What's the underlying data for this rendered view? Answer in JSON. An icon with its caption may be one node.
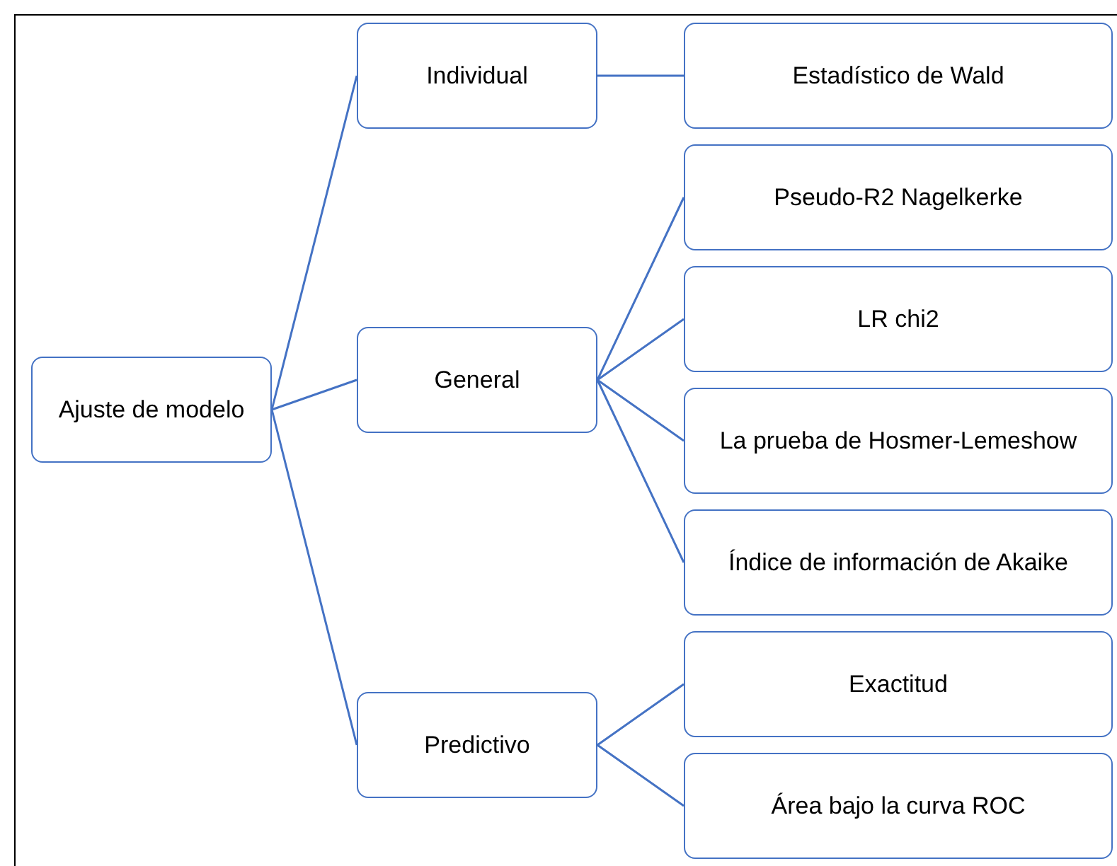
{
  "diagram": {
    "nodes": [
      {
        "text": [
          "Ajuste de modelo"
        ]
      },
      {
        "text": [
          "Individual"
        ]
      },
      {
        "text": [
          "General"
        ]
      },
      {
        "text": [
          "Predictivo"
        ]
      },
      {
        "text": [
          "Estadístico de Wald"
        ]
      },
      {
        "text": [
          "Pseudo-R2 Nagelkerke"
        ]
      },
      {
        "text": [
          "LR chi2"
        ]
      },
      {
        "text": [
          "La prueba de Hosmer-Lemeshow"
        ]
      },
      {
        "text": [
          "Índice de información de Akaike"
        ]
      },
      {
        "text": [
          "Exactitud"
        ]
      },
      {
        "text": [
          "Área bajo la curva ROC"
        ]
      }
    ],
    "edges": [
      {
        "from": 0,
        "to": 1,
        "arrow": "none"
      },
      {
        "from": 0,
        "to": 2,
        "arrow": "none"
      },
      {
        "from": 0,
        "to": 3,
        "arrow": "none"
      },
      {
        "from": 1,
        "to": 4,
        "arrow": "none"
      },
      {
        "from": 2,
        "to": 5,
        "arrow": "none"
      },
      {
        "from": 2,
        "to": 6,
        "arrow": "none"
      },
      {
        "from": 2,
        "to": 7,
        "arrow": "none"
      },
      {
        "from": 2,
        "to": 8,
        "arrow": "none"
      },
      {
        "from": 3,
        "to": 9,
        "arrow": "none"
      },
      {
        "from": 3,
        "to": 10,
        "arrow": "none"
      }
    ]
  }
}
